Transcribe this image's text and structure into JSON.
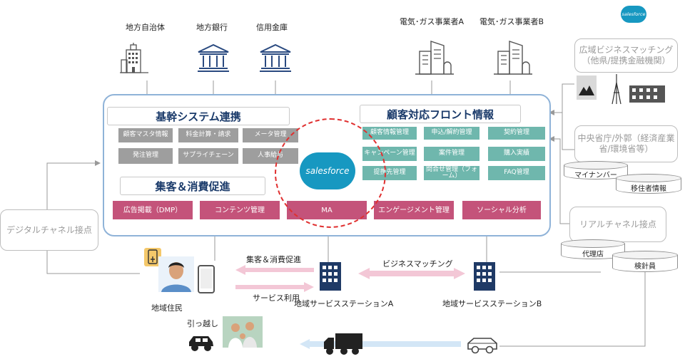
{
  "top_entities": {
    "local_gov": "地方自治体",
    "regional_bank": "地方銀行",
    "shinkin": "信用金庫",
    "utility_a": "電気･ガス事業者A",
    "utility_b": "電気･ガス事業者B"
  },
  "salesforce_logo": "salesforce",
  "right_panel": {
    "wide_matching": "広域ビジネスマッチング（他県/提携金融機関）",
    "central_gov": "中央省庁/外郭（経済産業省/環境省等）",
    "mynumber": "マイナンバー",
    "migrant_info": "移住者情報",
    "real_channel": "リアルチャネル接点",
    "agency": "代理店",
    "meter_reader": "検針員"
  },
  "digital_channel": "デジタルチャネル接点",
  "core": {
    "header": "基幹システム連携",
    "items": [
      "顧客マスタ情報",
      "料金計算・請求",
      "メータ管理",
      "発注管理",
      "サプライチェーン",
      "人事給与"
    ]
  },
  "front": {
    "header": "顧客対応フロント情報",
    "items": [
      "顧客情報管理",
      "申込/解約管理",
      "契約管理",
      "キャンペーン管理",
      "案件管理",
      "購入実績",
      "提携先管理",
      "問合せ管理（フォーム）",
      "FAQ管理"
    ]
  },
  "marketing": {
    "header": "集客＆消費促進",
    "items": [
      "広告掲載（DMP）",
      "コンテンツ管理",
      "MA",
      "エンゲージメント管理",
      "ソーシャル分析"
    ]
  },
  "bottom": {
    "attract": "集客＆消費促進",
    "service_use": "サービス利用",
    "business_matching": "ビジネスマッチング",
    "resident": "地域住民",
    "station_a": "地域サービスステーションA",
    "station_b": "地域サービスステーションB",
    "moving": "引っ越し"
  },
  "colors": {
    "frame": "#8fb3d8",
    "gray_box": "#9e9e9e",
    "teal_box": "#6fb7ad",
    "pink_box": "#c4537a",
    "salesforce": "#1798c1",
    "dashed_circle": "#e03030"
  }
}
